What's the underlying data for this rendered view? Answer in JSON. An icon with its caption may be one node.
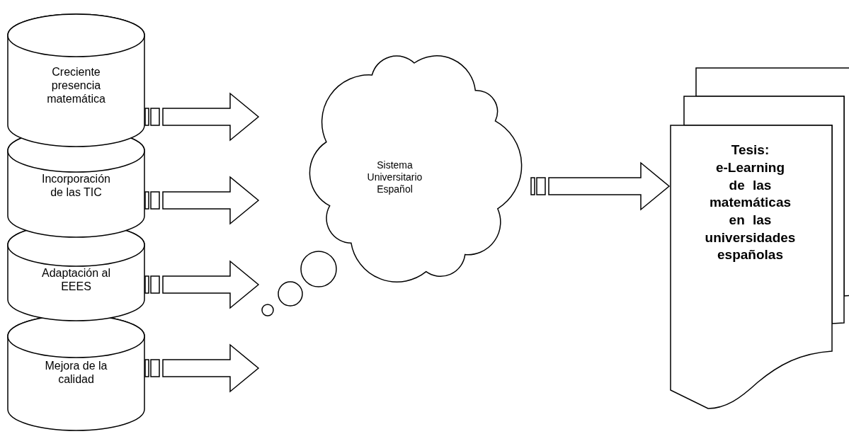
{
  "diagram": {
    "nodes": [
      {
        "text": [
          "Creciente presencia matemática"
        ]
      },
      {
        "text": [
          "Incorporación de las TIC"
        ]
      },
      {
        "text": [
          "Adaptación al EEES"
        ]
      },
      {
        "text": [
          "Mejora de la calidad"
        ]
      },
      {
        "text": [
          "Sistema Universitario Español"
        ]
      },
      {
        "text": [
          "Tesis:",
          "e-Learning de las matemáticas en las universidades españolas"
        ]
      }
    ],
    "edges": [
      {
        "from": 0,
        "to": 4,
        "arrow": "to"
      },
      {
        "from": 1,
        "to": 4,
        "arrow": "to"
      },
      {
        "from": 2,
        "to": 4,
        "arrow": "to"
      },
      {
        "from": 3,
        "to": 4,
        "arrow": "to"
      },
      {
        "from": 4,
        "to": 5,
        "arrow": "to"
      }
    ]
  }
}
